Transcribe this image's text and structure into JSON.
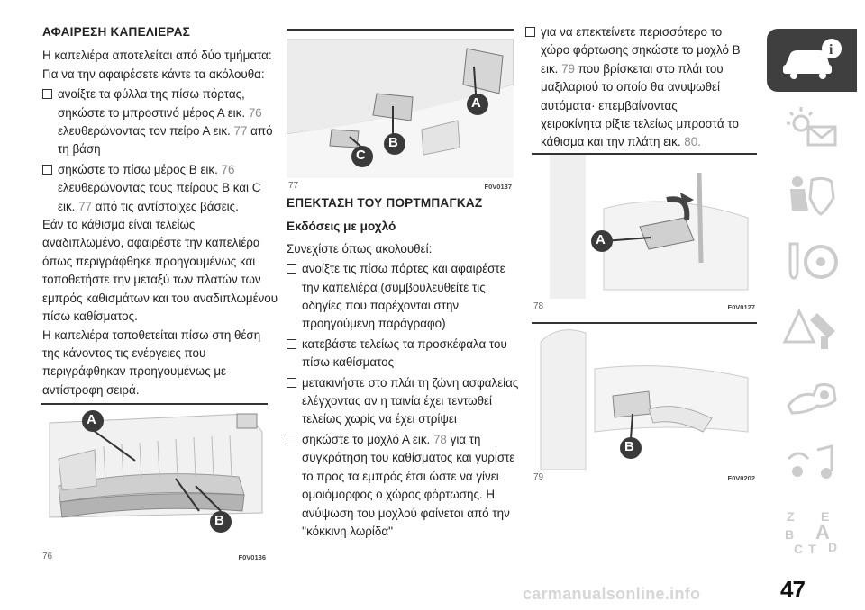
{
  "col1": {
    "heading": "ΑΦΑΙΡΕΣΗ ΚΑΠΕΛΙΕΡΑΣ",
    "intro": "Η καπελιέρα αποτελείται από δύο τμήματα: Για να την αφαιρέσετε κάντε τα ακόλουθα:",
    "b1_text": "ανοίξτε τα φύλλα της πίσω πόρτας, σηκώστε το μπροστινό μέρος Α εικ.",
    "b1_ref": "76",
    "b1_text2": "ελευθερώνοντας τον πείρο Α εικ.",
    "b1_ref2": "77",
    "b1_text3": "από τη βάση",
    "b2_text": "σηκώστε το πίσω μέρος Β εικ.",
    "b2_ref": "76",
    "b2_text2": "ελευθερώνοντας τους πείρους Β και C εικ.",
    "b2_ref2": "77",
    "b2_text3": "από τις αντίστοιχες βάσεις.",
    "p2": "Εάν το κάθισμα είναι τελείως αναδιπλωμένο, αφαιρέστε την καπελιέρα όπως περιγράφθηκε προηγουμένως και τοποθετήστε την μεταξύ των πλατών των εμπρός καθισμάτων και του αναδιπλωμένου πίσω καθίσματος.",
    "p3": "Η καπελιέρα τοποθετείται πίσω στη θέση της κάνοντας τις ενέργειες που περιγράφθηκαν προηγουμένως με αντίστροφη σειρά."
  },
  "col2": {
    "heading": "ΕΠΕΚΤΑΣΗ ΤΟΥ ΠΟΡΤΜΠΑΓΚΑΖ",
    "subheading": "Εκδόσεις με μοχλό",
    "intro": "Συνεχίστε όπως ακολουθεί:",
    "b1": "ανοίξτε τις πίσω πόρτες και αφαιρέστε την καπελιέρα (συμβουλευθείτε τις οδηγίες που παρέχονται στην προηγούμενη παράγραφο)",
    "b2": "κατεβάστε τελείως τα προσκέφαλα του πίσω καθίσματος",
    "b3": "μετακινήστε στο πλάι τη ζώνη ασφαλείας ελέγχοντας αν η ταινία έχει τεντωθεί τελείως χωρίς να έχει στρίψει",
    "b4_text": "σηκώστε το μοχλό Α εικ.",
    "b4_ref": "78",
    "b4_text2": "για τη συγκράτηση του καθίσματος και γυρίστε το προς τα εμπρός έτσι ώστε να γίνει ομοιόμορφος ο χώρος φόρτωσης. Η ανύψωση του μοχλού φαίνεται από την ''κόκκινη λωρίδα''"
  },
  "col3": {
    "b1_text": "για να επεκτείνετε περισσότερο το χώρο φόρτωσης σηκώστε το μοχλό Β εικ.",
    "b1_ref": "79",
    "b1_text2": "που βρίσκεται στο πλάι του μαξιλαριού το οποίο θα ανυψωθεί αυτόματα· επεμβαίνοντας χειροκίνητα ρίξτε τελείως μπροστά το κάθισμα και την πλάτη εικ.",
    "b1_ref2": "80."
  },
  "figures": {
    "f76": {
      "num": "76",
      "code": "F0V0136",
      "label_a": "A",
      "label_b": "B"
    },
    "f77": {
      "num": "77",
      "code": "F0V0137",
      "label_a": "A",
      "label_b": "B",
      "label_c": "C"
    },
    "f78": {
      "num": "78",
      "code": "F0V0127",
      "label_a": "A"
    },
    "f79": {
      "num": "79",
      "code": "F0V0202",
      "label_b": "B"
    }
  },
  "sidebar": {
    "tabs": [
      "car-info-icon",
      "warning-lights-icon",
      "safety-icon",
      "driving-icon",
      "emergency-icon",
      "maintenance-icon",
      "multimedia-icon",
      "index-icon"
    ],
    "index_letters": [
      "Z",
      "E",
      "B",
      "A",
      "C",
      "T",
      "D"
    ]
  },
  "page_number": "47",
  "watermark": "carmanualsonline.info",
  "colors": {
    "label_fill": "#3a3a3a",
    "tab_active": "#3f3f3f",
    "ref_grey": "#8a8a8a"
  }
}
